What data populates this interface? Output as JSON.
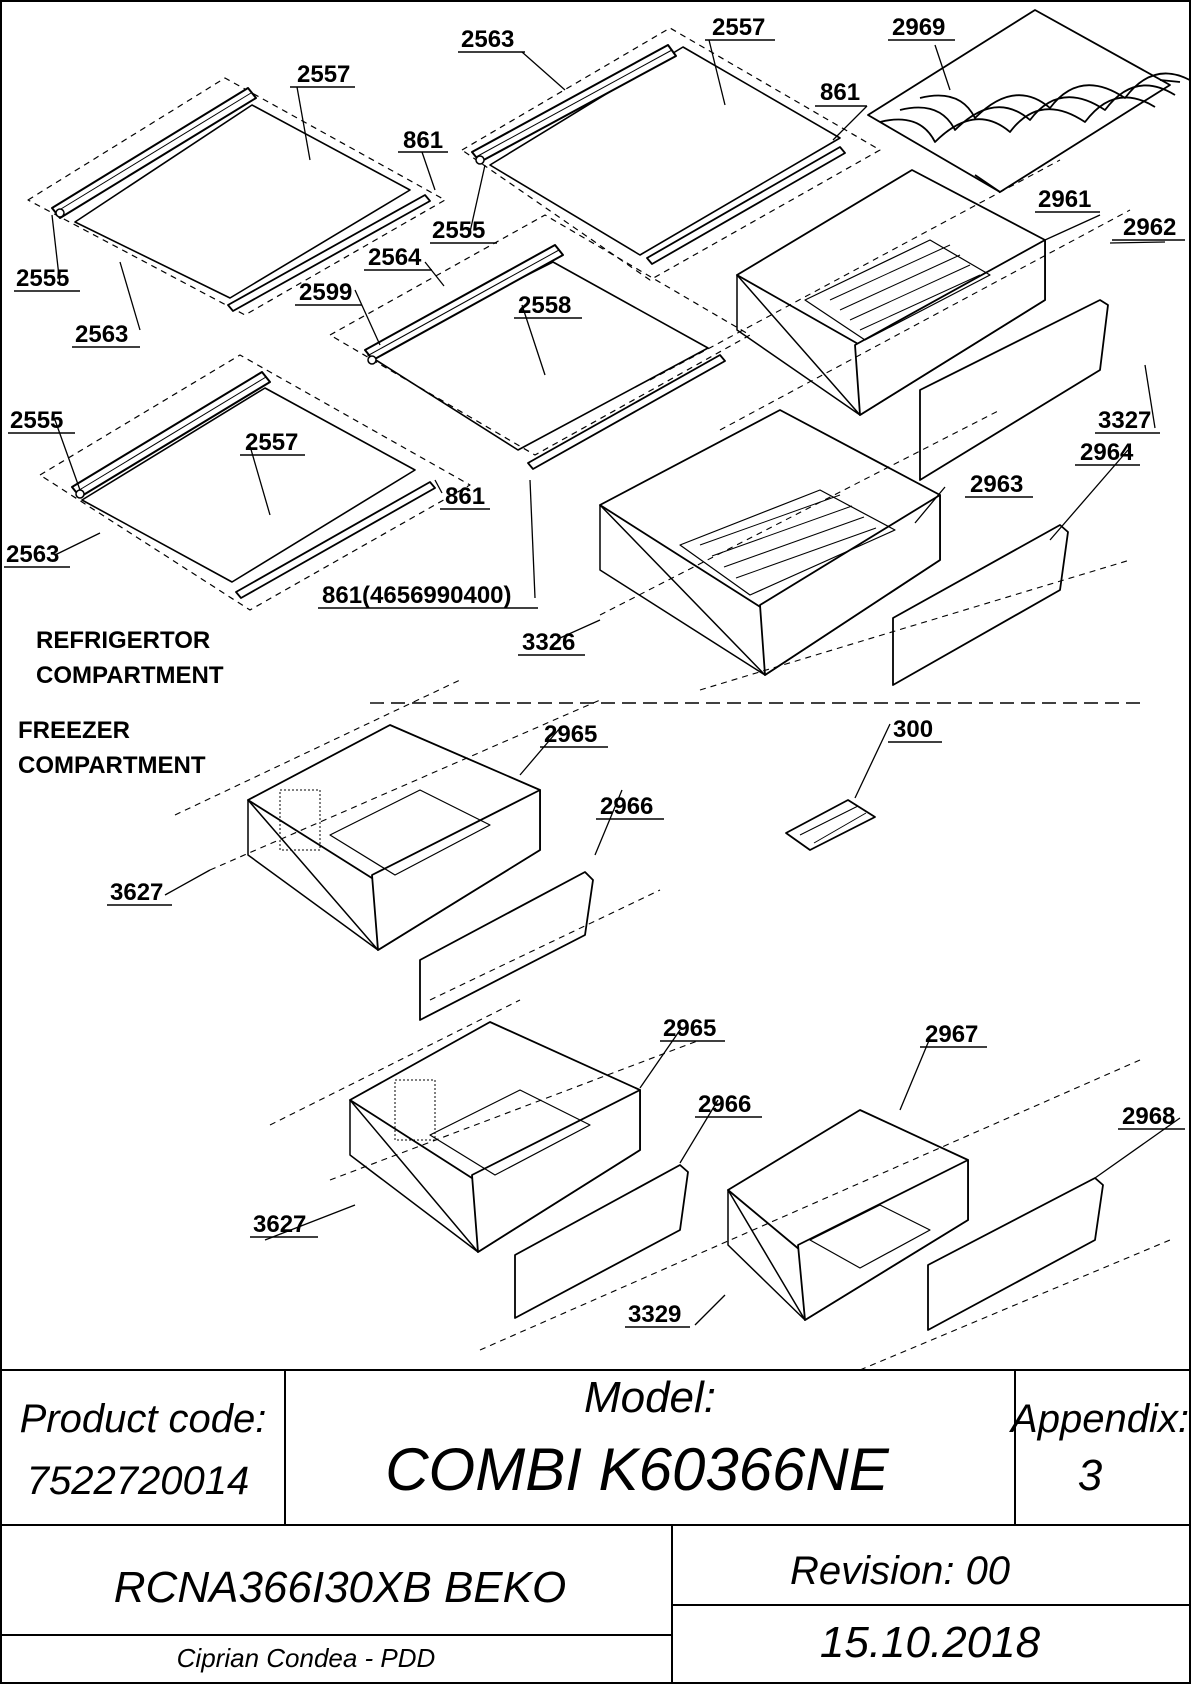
{
  "callouts": [
    {
      "label": "2557"
    },
    {
      "label": "2563"
    },
    {
      "label": "2557"
    },
    {
      "label": "2969"
    },
    {
      "label": "861"
    },
    {
      "label": "861"
    },
    {
      "label": "2555"
    },
    {
      "label": "2555"
    },
    {
      "label": "2564"
    },
    {
      "label": "2961"
    },
    {
      "label": "2962"
    },
    {
      "label": "2563"
    },
    {
      "label": "2599"
    },
    {
      "label": "2558"
    },
    {
      "label": "2555"
    },
    {
      "label": "2557"
    },
    {
      "label": "3327"
    },
    {
      "label": "2964"
    },
    {
      "label": "2963"
    },
    {
      "label": "861"
    },
    {
      "label": "2563"
    },
    {
      "label": "861(4656990400)"
    },
    {
      "label": "3326"
    },
    {
      "label": "2965"
    },
    {
      "label": "300"
    },
    {
      "label": "2966"
    },
    {
      "label": "3627"
    },
    {
      "label": "2965"
    },
    {
      "label": "2967"
    },
    {
      "label": "2966"
    },
    {
      "label": "2968"
    },
    {
      "label": "3627"
    },
    {
      "label": "3329"
    }
  ],
  "compartments": {
    "refrigerator": [
      "REFRIGERTOR",
      "COMPARTMENT"
    ],
    "freezer": [
      "FREEZER",
      "COMPARTMENT"
    ]
  },
  "title_block": {
    "product_code_label": "Product code:",
    "product_code": "7522720014",
    "model_label": "Model:",
    "model": "COMBI K60366NE",
    "appendix_label": "Appendix:",
    "appendix": "3",
    "name": "RCNA366I30XB BEKO",
    "revision": "Revision: 00",
    "author": "Ciprian Condea - PDD",
    "date": "15.10.2018"
  }
}
